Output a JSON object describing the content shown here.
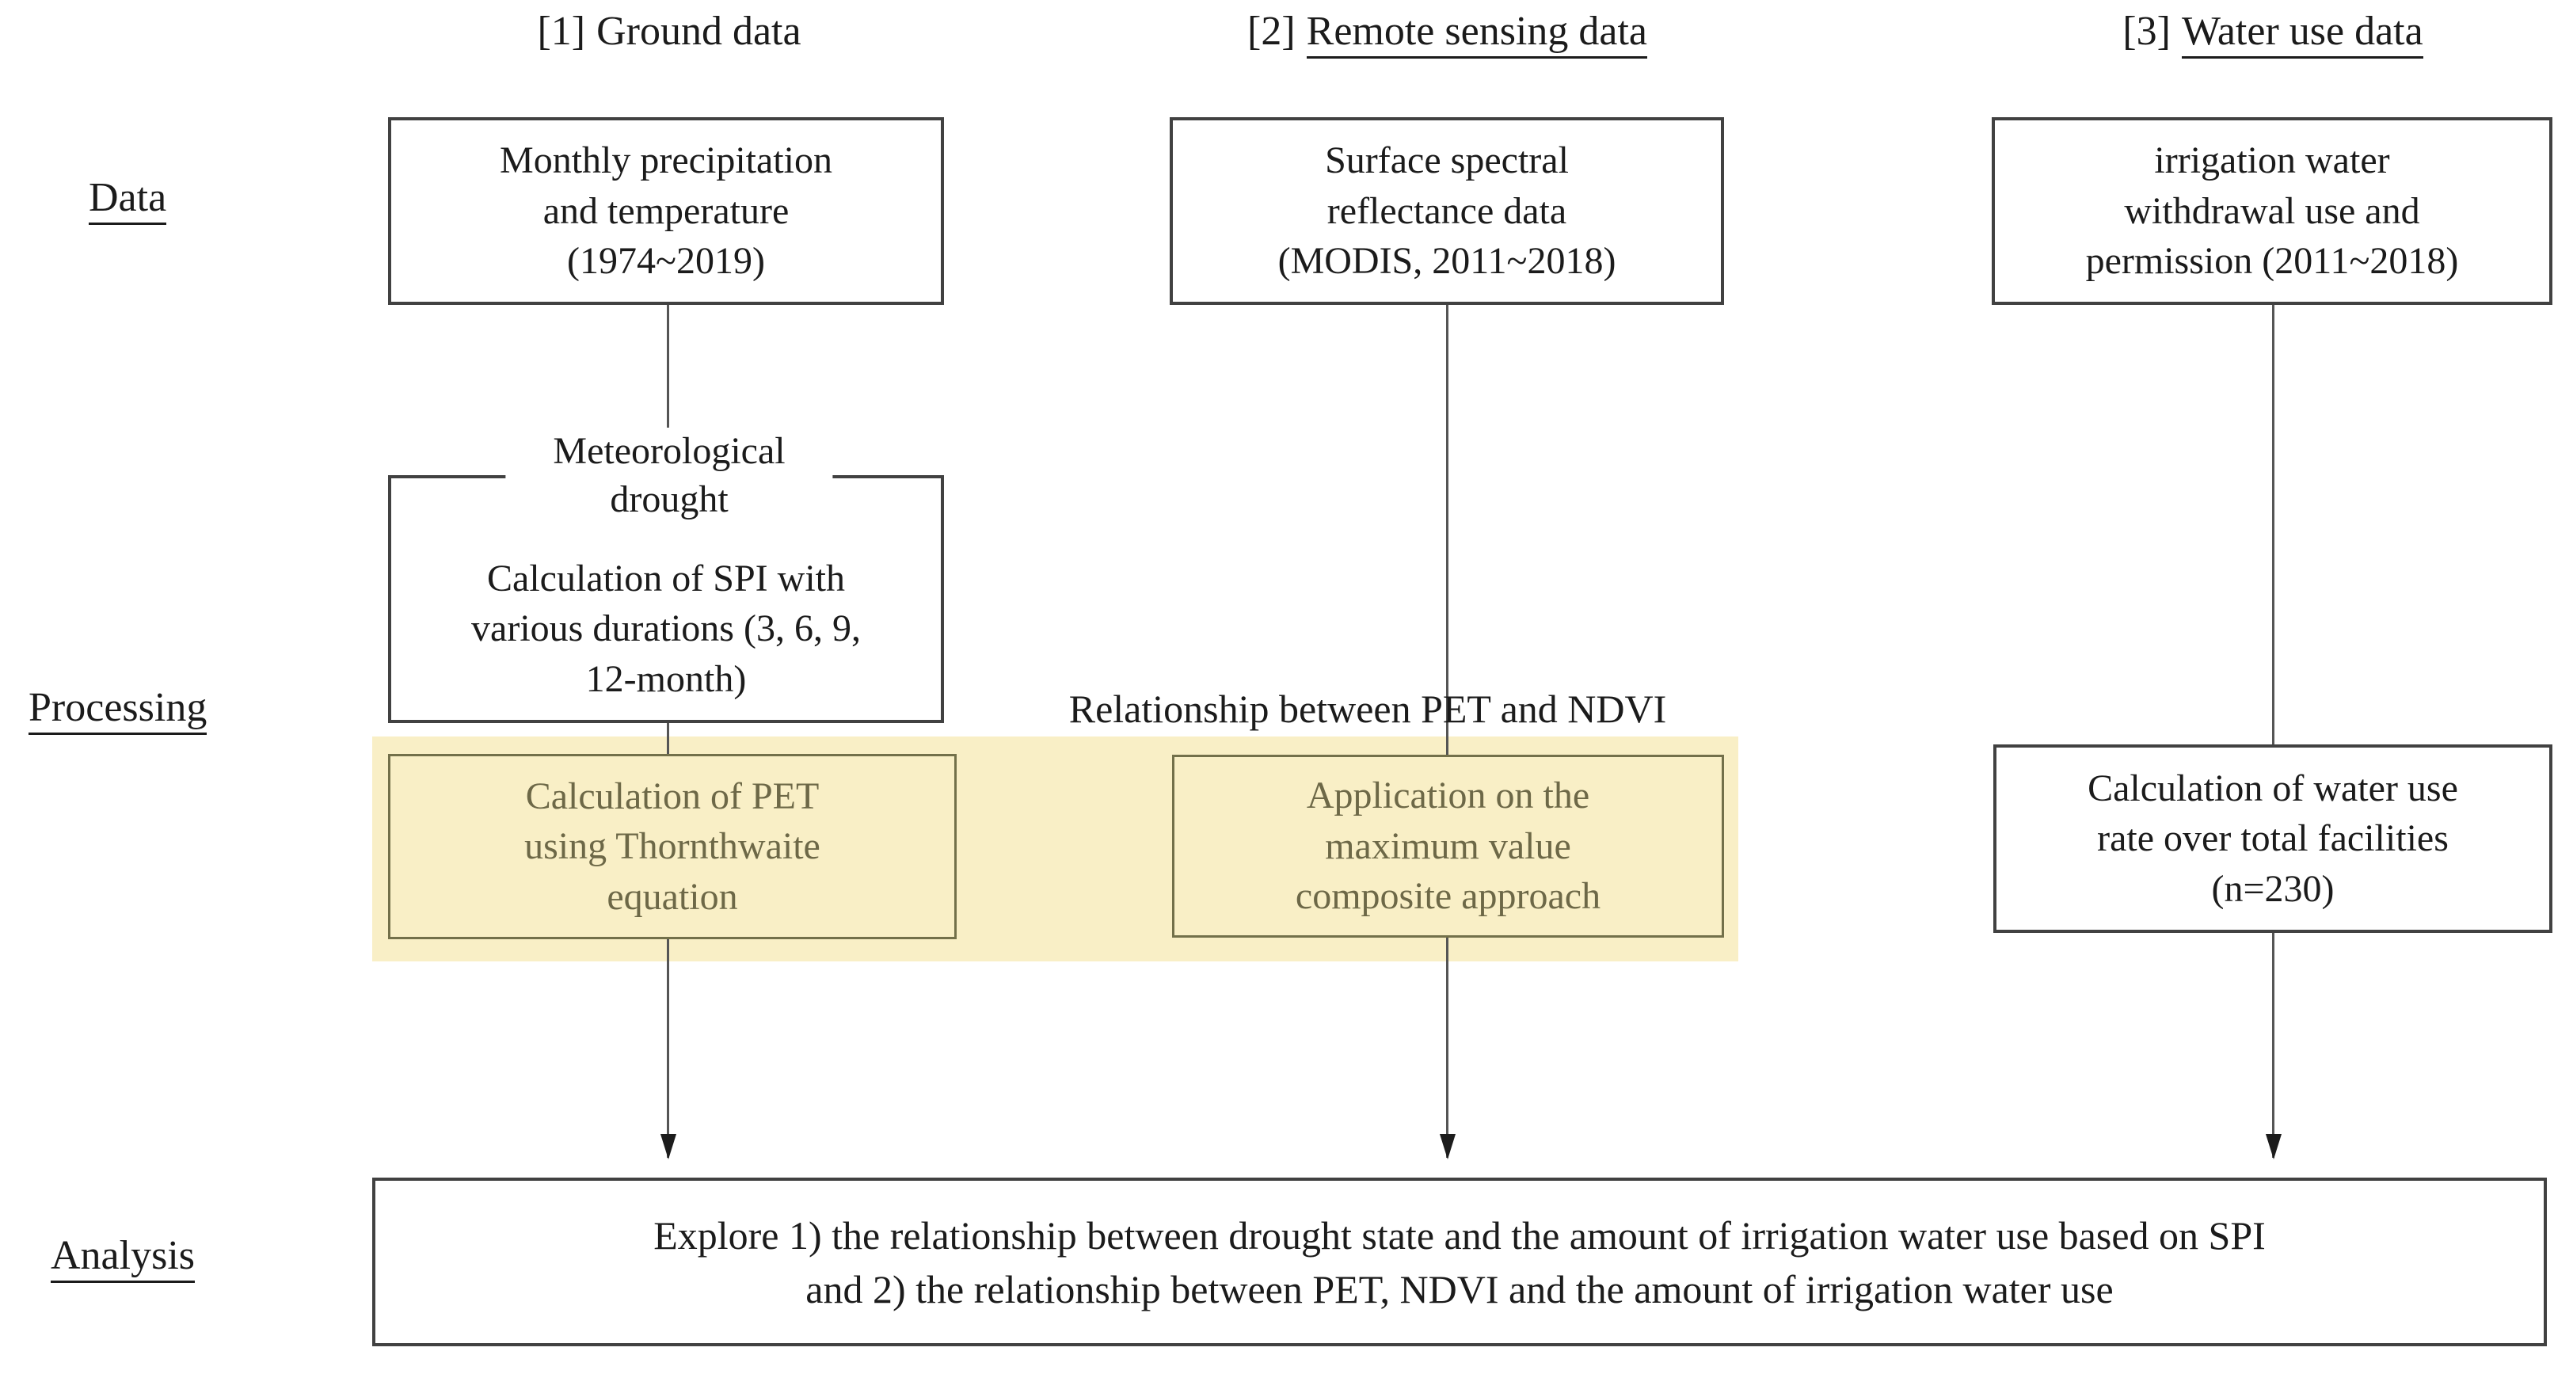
{
  "figure": {
    "row_labels": {
      "data": "Data",
      "processing": "Processing",
      "analysis": "Analysis"
    },
    "column_headers": [
      {
        "prefix": "[1]",
        "label": "Ground data"
      },
      {
        "prefix": "[2]",
        "label": "Remote sensing data"
      },
      {
        "prefix": "[3]",
        "label": "Water use data"
      }
    ],
    "data_boxes": {
      "ground": "Monthly precipitation\nand temperature\n(1974~2019)",
      "remote": "Surface spectral\nreflectance data\n(MODIS, 2011~2018)",
      "water": "irrigation water\nwithdrawal use and\npermission (2011~2018)"
    },
    "processing": {
      "spi_title": "Meteorological\ndrought",
      "spi_body": "Calculation of SPI with\nvarious durations (3, 6, 9,\n12-month)",
      "pet_ndvi_note": "Relationship between PET and NDVI",
      "pet_box": "Calculation of PET\nusing Thornthwaite\nequation",
      "mvc_box": "Application on the\nmaximum value\ncomposite approach",
      "water_rate_box": "Calculation of water use\nrate over total facilities\n(n=230)"
    },
    "analysis_box": "Explore 1) the relationship between drought state and the amount of irrigation water use based on SPI\nand 2) the relationship between PET, NDVI and the amount of irrigation water use"
  },
  "colors": {
    "highlight_fill": "#f9efc6",
    "highlight_border": "#73704a",
    "highlight_text": "#6d6847",
    "box_border": "#414141",
    "line": "#555555",
    "text": "#1b1b1b",
    "background": "#ffffff"
  }
}
